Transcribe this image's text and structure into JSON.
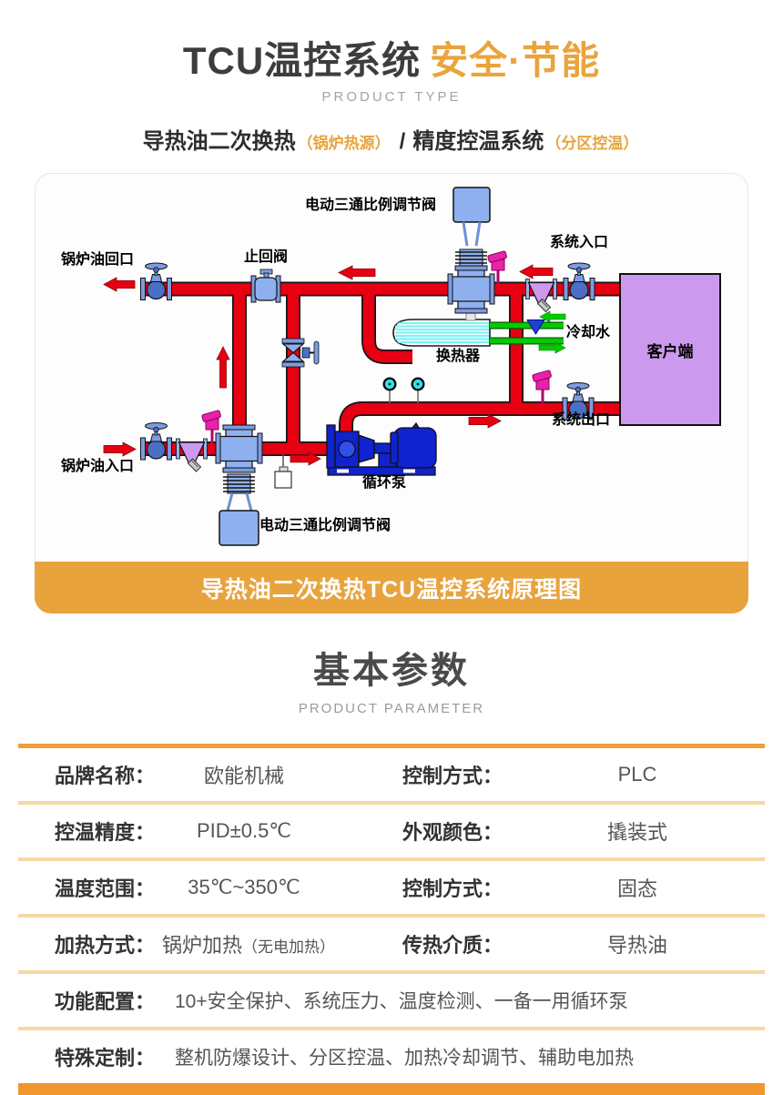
{
  "header": {
    "title_main": "TCU温控系统",
    "title_accent": "安全·节能",
    "subtitle_en": "PRODUCT TYPE",
    "line2": {
      "part1": "导热油二次换热",
      "part1_note": "（锅炉热源）",
      "separator": "/",
      "part2": "精度控温系统",
      "part2_note": "（分区控温）"
    }
  },
  "diagram": {
    "caption": "导热油二次换热TCU温控系统原理图",
    "labels": {
      "valve_top": "电动三通比例调节阀",
      "boiler_oil_return": "锅炉油回口",
      "check_valve": "止回阀",
      "system_inlet": "系统入口",
      "cooling_water": "冷却水",
      "heat_exchanger": "换热器",
      "client": "客户端",
      "system_outlet": "系统出口",
      "boiler_oil_inlet": "锅炉油入口",
      "circulation_pump": "循环泵",
      "valve_bottom": "电动三通比例调节阀"
    },
    "colors": {
      "pipe_red": "#e60012",
      "cooling_green": "#00cc00",
      "client_purple": "#cb9aee",
      "component_blue": "#8fb0ef",
      "pump_blue": "#1023cf",
      "sensor_pink": "#e822aa",
      "accent_orange": "#e8a33d"
    }
  },
  "params": {
    "heading": "基本参数",
    "heading_en": "PRODUCT PARAMETER",
    "rows": [
      {
        "l1": "品牌名称：",
        "v1": "欧能机械",
        "l2": "控制方式：",
        "v2": "PLC"
      },
      {
        "l1": "控温精度：",
        "v1": "PID±0.5℃",
        "l2": "外观颜色：",
        "v2": "撬装式"
      },
      {
        "l1": "温度范围：",
        "v1": "35℃~350℃",
        "l2": "控制方式：",
        "v2": "固态"
      },
      {
        "l1": "加热方式：",
        "v1": "锅炉加热",
        "n1": "（无电加热）",
        "l2": "传热介质：",
        "v2": "导热油"
      }
    ],
    "wide_rows": [
      {
        "label": "功能配置：",
        "value": "10+安全保护、系统压力、温度检测、一备一用循环泵"
      },
      {
        "label": "特殊定制：",
        "value": "整机防爆设计、分区控温、加热冷却调节、辅助电加热"
      }
    ]
  }
}
